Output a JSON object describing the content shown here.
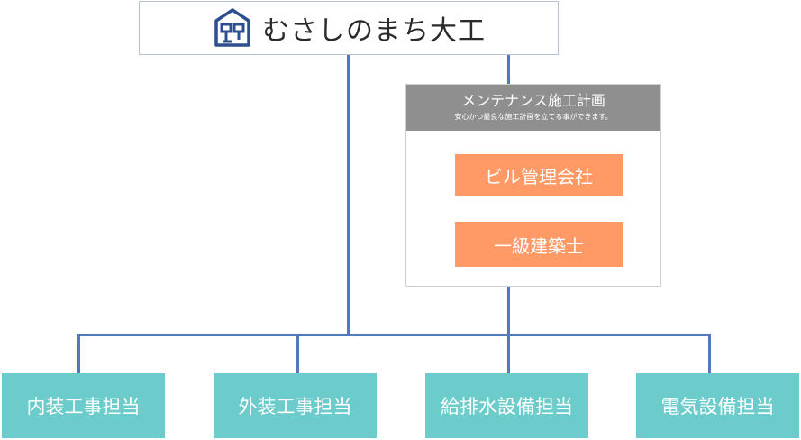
{
  "company": {
    "name": "むさしのまち大工",
    "logo_icon": "house-logo-icon"
  },
  "plan": {
    "title": "メンテナンス施工計画",
    "subtitle": "安心かつ最良な施工計画を立てる事ができます。",
    "items": [
      {
        "label": "ビル管理会社"
      },
      {
        "label": "一級建築士"
      }
    ]
  },
  "departments": [
    {
      "label": "内装工事担当"
    },
    {
      "label": "外装工事担当"
    },
    {
      "label": "給排水設備担当"
    },
    {
      "label": "電気設備担当"
    }
  ],
  "colors": {
    "connector": "#5577bb",
    "logo_blue": "#2d4f8f",
    "plan_header": "#8f8f8f",
    "plan_item": "#ff9966",
    "department": "#6ccbcb"
  }
}
